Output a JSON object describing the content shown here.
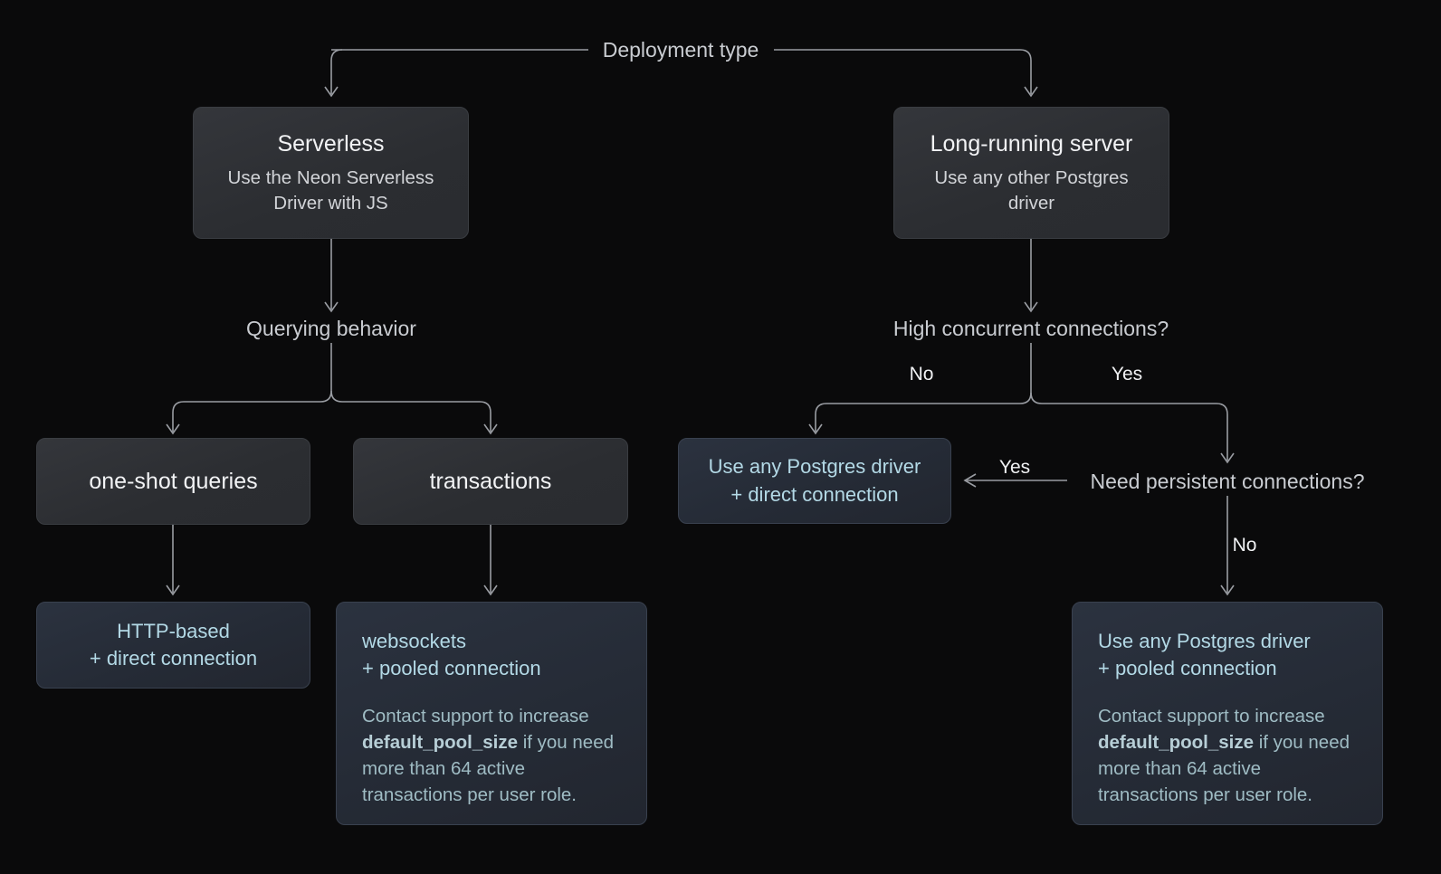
{
  "diagram": {
    "title_label": "Deployment type",
    "nodes": {
      "serverless": {
        "title": "Serverless",
        "subtitle": "Use the Neon Serverless Driver with JS"
      },
      "long_running": {
        "title": "Long-running server",
        "subtitle": "Use any other Postgres driver"
      },
      "querying_behavior": {
        "label": "Querying behavior"
      },
      "high_concurrent": {
        "label": "High concurrent connections?"
      },
      "need_persistent": {
        "label": "Need persistent connections?"
      },
      "one_shot": {
        "title": "one-shot queries"
      },
      "transactions": {
        "title": "transactions"
      },
      "http_direct": {
        "line1": "HTTP-based",
        "line2": "+ direct connection"
      },
      "driver_direct": {
        "line1": "Use any Postgres driver",
        "line2": "+ direct connection"
      },
      "websockets_pooled": {
        "line1": "websockets",
        "line2": "+ pooled connection",
        "body_before": "Contact support to increase ",
        "body_code": "default_pool_size",
        "body_after": " if you need more than 64 active transactions per user role."
      },
      "driver_pooled": {
        "line1": "Use any Postgres driver",
        "line2": "+ pooled connection",
        "body_before": "Contact support to increase ",
        "body_code": "default_pool_size",
        "body_after": " if you need more than 64 active transactions per user role."
      }
    },
    "edge_labels": {
      "concurrent_no": "No",
      "concurrent_yes": "Yes",
      "persistent_yes": "Yes",
      "persistent_no": "No"
    },
    "colors": {
      "background": "#0a0a0b",
      "box_gray": "#2e3034",
      "box_blue": "#252c38",
      "accent_text": "#b3d9e6",
      "muted_text": "#9fbcc4",
      "edge": "#9a9da3",
      "primary_text": "#f2f3f5"
    }
  }
}
